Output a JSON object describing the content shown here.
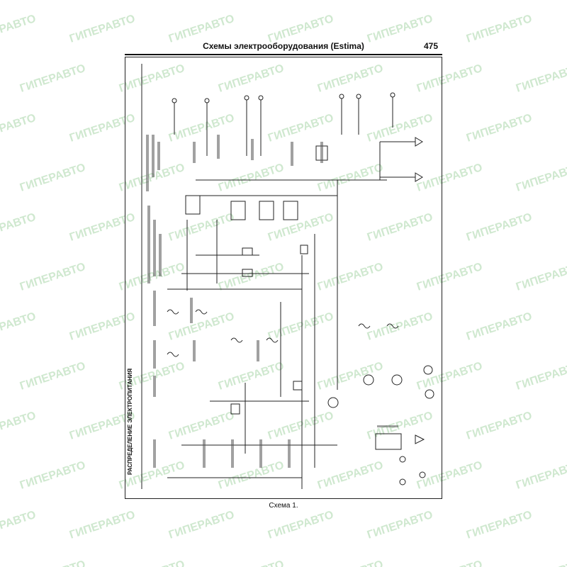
{
  "header": {
    "title": "Схемы электрооборудования (Estima)",
    "page_number": "475"
  },
  "diagram": {
    "section_title": "РАСПРЕДЕЛЕНИЕ ЭЛЕКТРОПИТАНИЯ",
    "caption": "Схема 1."
  },
  "watermark": {
    "text": "ГИПЕРАВТО",
    "color": "#cfe8cf"
  }
}
